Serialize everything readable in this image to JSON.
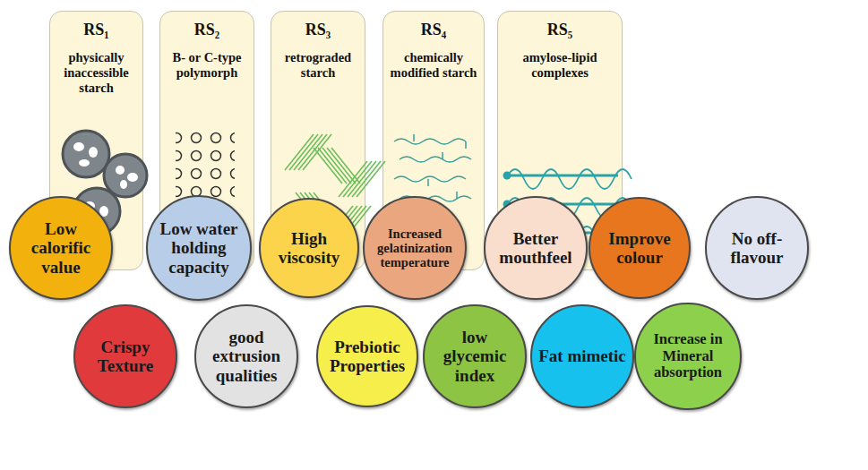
{
  "diagram": {
    "nodes": [
      {
        "text": [
          "RS₁",
          "physically inaccessible starch"
        ]
      },
      {
        "text": [
          "RS₂",
          "B- or C-type polymorph"
        ]
      },
      {
        "text": [
          "RS₃",
          "retrograded starch"
        ]
      },
      {
        "text": [
          "RS₄",
          "chemically modified starch"
        ]
      },
      {
        "text": [
          "RS₅",
          "amylose-lipid complexes"
        ]
      },
      {
        "text": [
          "Low calorific value"
        ]
      },
      {
        "text": [
          "Low water holding capacity"
        ]
      },
      {
        "text": [
          "High viscosity"
        ]
      },
      {
        "text": [
          "Increased gelatinization temperature"
        ]
      },
      {
        "text": [
          "Better mouthfeel"
        ]
      },
      {
        "text": [
          "Improve colour"
        ]
      },
      {
        "text": [
          "No off-flavour"
        ]
      },
      {
        "text": [
          "Crispy Texture"
        ]
      },
      {
        "text": [
          "good extrusion qualities"
        ]
      },
      {
        "text": [
          "Prebiotic Properties"
        ]
      },
      {
        "text": [
          "low glycemic index"
        ]
      },
      {
        "text": [
          "Fat mimetic"
        ]
      },
      {
        "text": [
          "Increase in Mineral absorption"
        ]
      }
    ]
  }
}
